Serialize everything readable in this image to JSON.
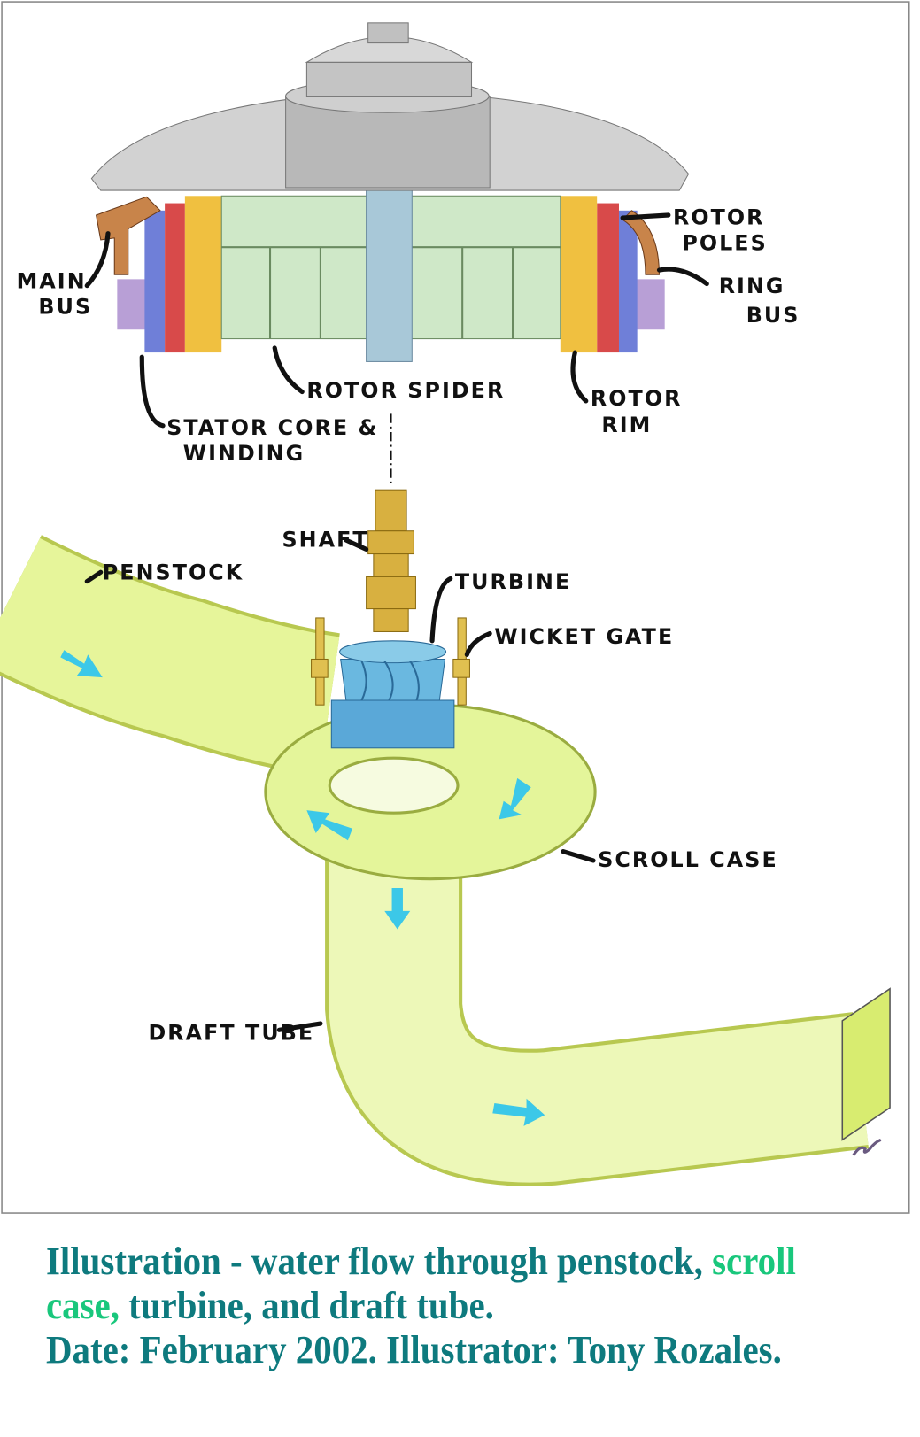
{
  "labels": {
    "rotor_poles_1": "ROTOR",
    "rotor_poles_2": "POLES",
    "ring_bus_1": "RING",
    "ring_bus_2": "BUS",
    "main_bus_1": "MAIN",
    "main_bus_2": "BUS",
    "rotor_spider": "ROTOR SPIDER",
    "rotor_rim_1": "ROTOR",
    "rotor_rim_2": "RIM",
    "stator_1": "STATOR CORE &",
    "stator_2": "WINDING",
    "shaft": "SHAFT",
    "penstock": "PENSTOCK",
    "turbine": "TURBINE",
    "wicket_gate": "WICKET  GATE",
    "scroll_case": "SCROLL  CASE",
    "draft_tube": "DRAFT TUBE"
  },
  "signature": "T. Rozales",
  "caption": {
    "line1_a": "Illustration - water flow through penstock, ",
    "line1_b": "scroll",
    "line2_a": "case,",
    "line2_b": " turbine, and draft tube.",
    "line3": "Date:  February 2002.  Illustrator:  Tony Rozales."
  },
  "colors": {
    "caption_text": "#0e7a7e",
    "caption_highlight": "#19c77c",
    "water_pipe": "#e4f59a",
    "flow_arrow": "#3cc8e8",
    "turbine": "#5aa8d8"
  }
}
